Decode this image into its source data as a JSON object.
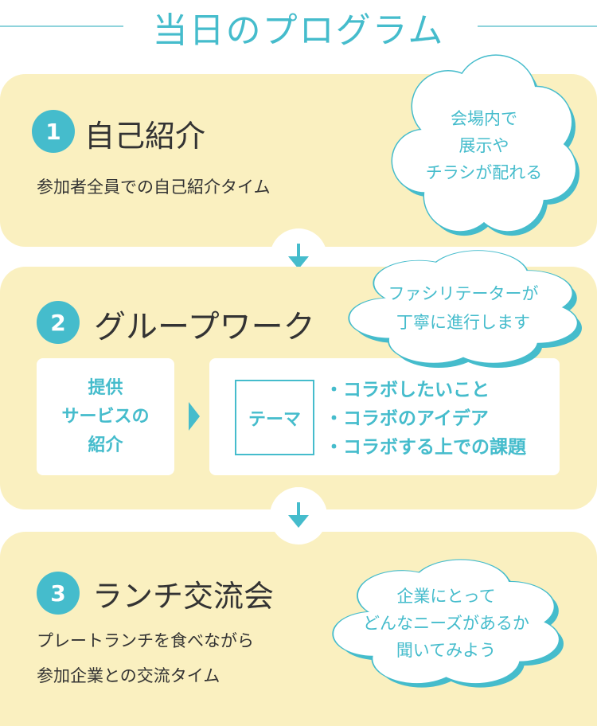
{
  "title": "当日のプログラム",
  "colors": {
    "accent": "#45bccc",
    "panel": "#faf0c0",
    "text": "#333333"
  },
  "steps": [
    {
      "number": "1",
      "heading": "自己紹介",
      "description": [
        "参加者全員での自己紹介タイム"
      ],
      "cloud": [
        "会場内で",
        "展示や",
        "チラシが配れる"
      ]
    },
    {
      "number": "2",
      "heading": "グループワーク",
      "cloud": [
        "ファシリテーターが",
        "丁寧に進行します"
      ],
      "left_box": [
        "提供",
        "サービスの",
        "紹介"
      ],
      "theme_label": "テーマ",
      "theme_items": [
        "・コラボしたいこと",
        "・コラボのアイデア",
        "・コラボする上での課題"
      ]
    },
    {
      "number": "3",
      "heading": "ランチ交流会",
      "description": [
        "プレートランチを食べながら",
        "参加企業との交流タイム"
      ],
      "cloud": [
        "企業にとって",
        "どんなニーズがあるか",
        "聞いてみよう"
      ]
    }
  ]
}
